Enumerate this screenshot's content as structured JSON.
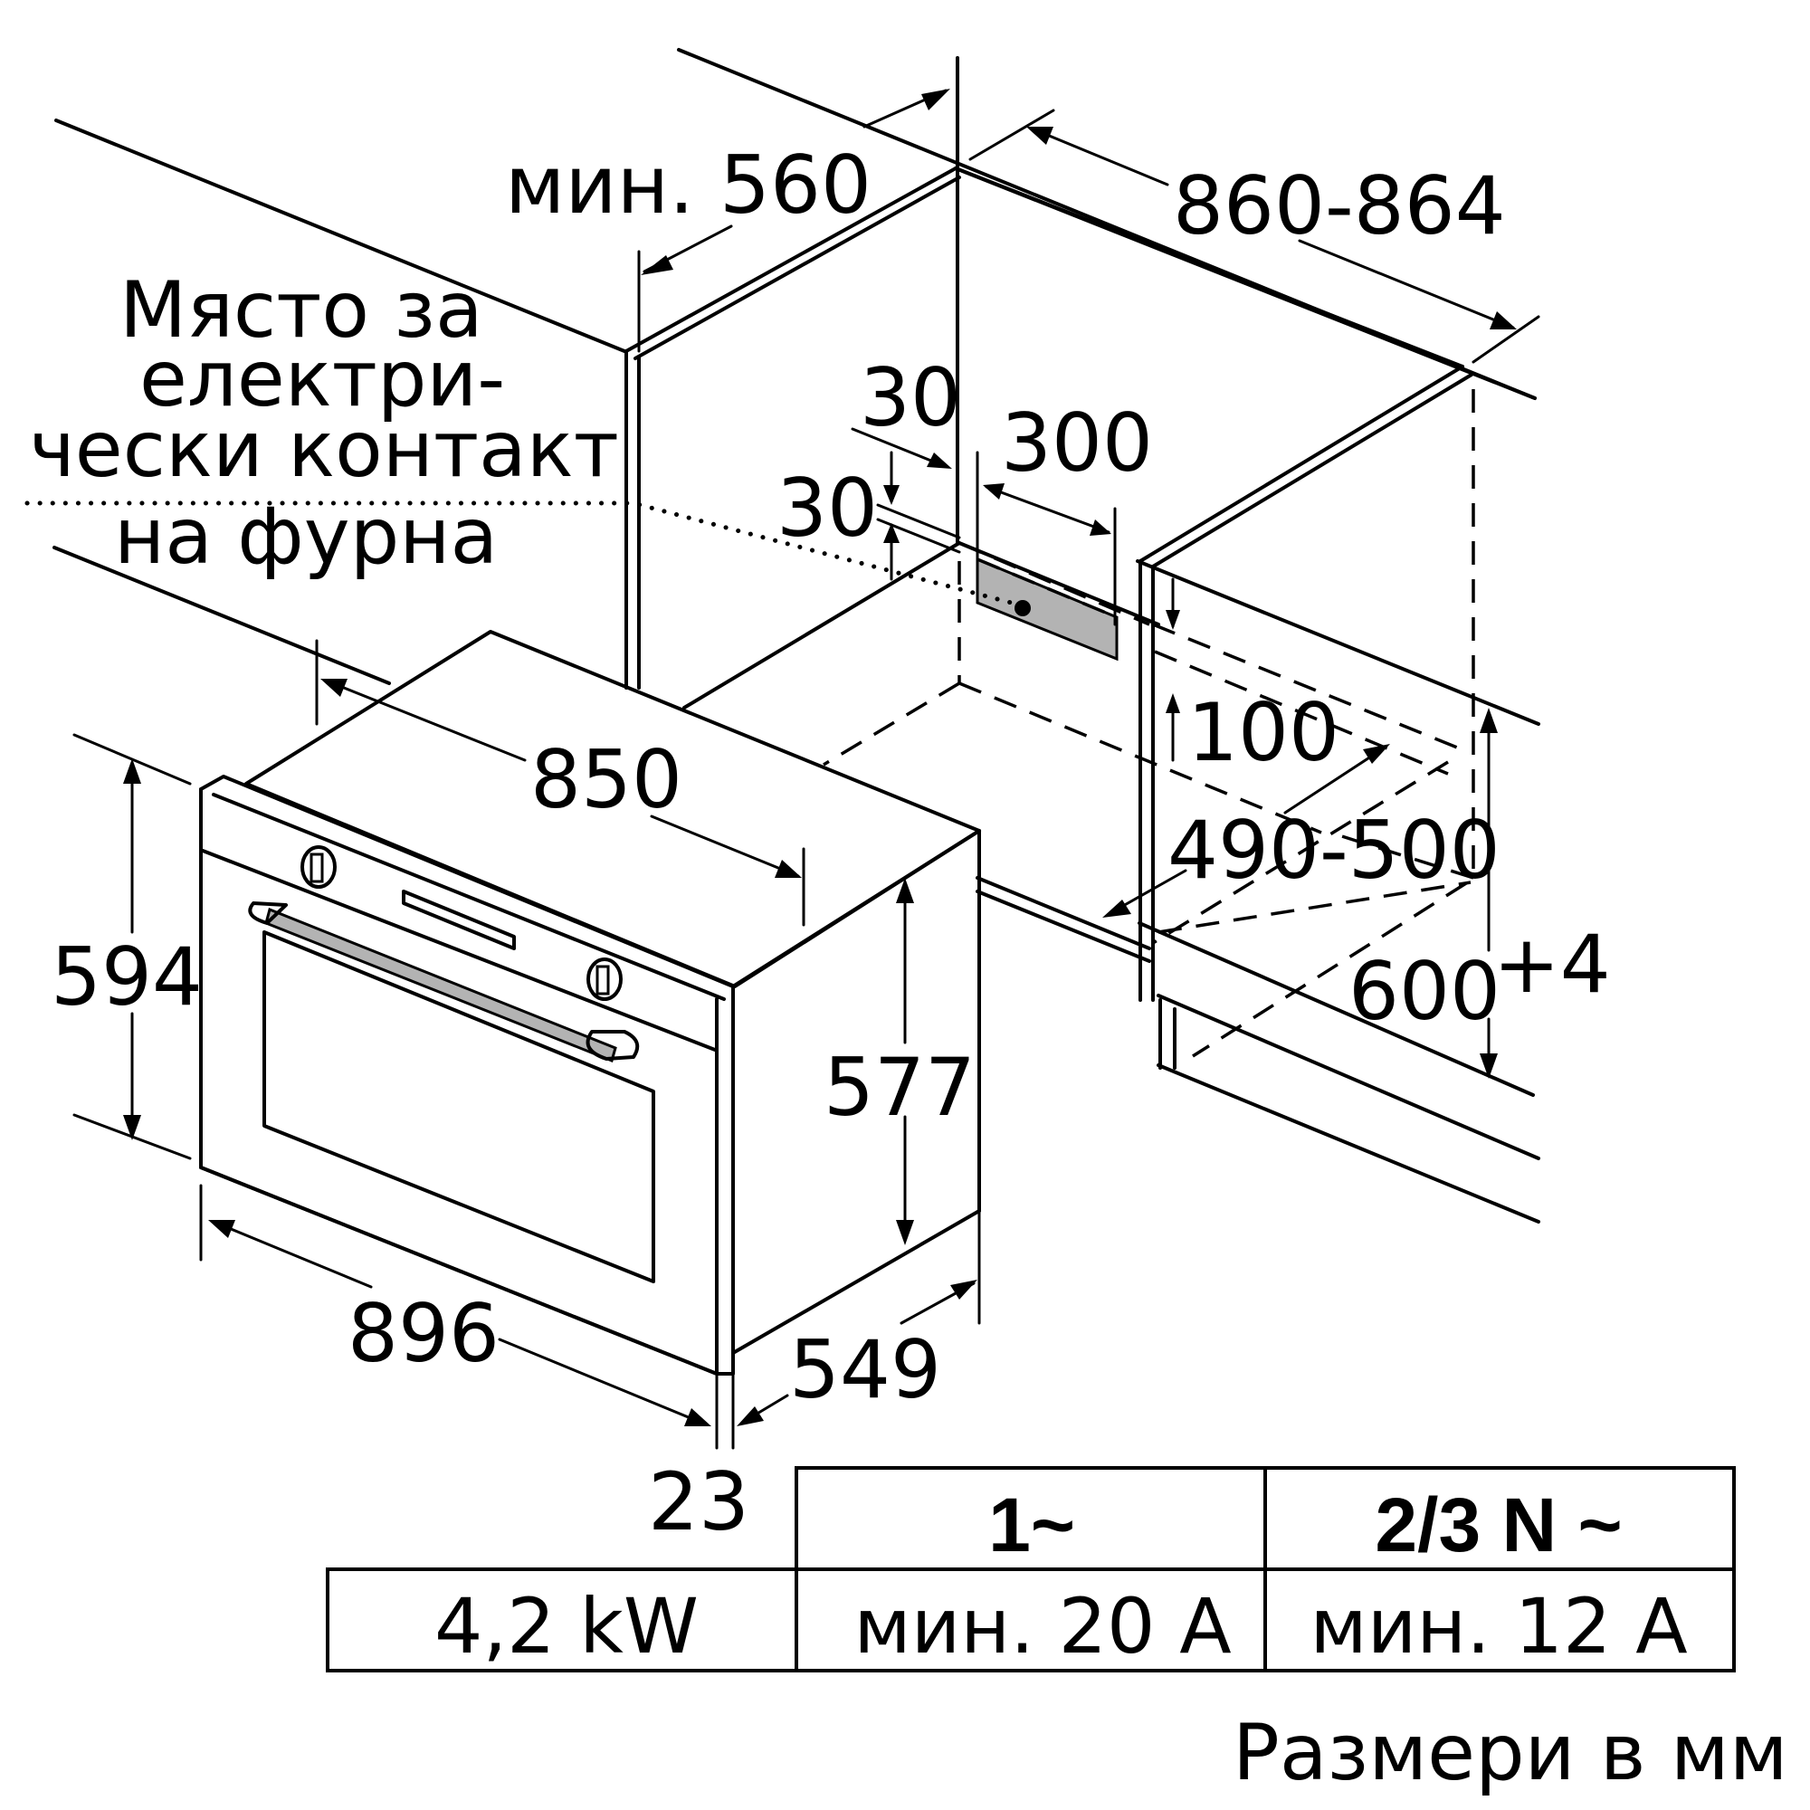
{
  "dimensions": {
    "min_560": "мин. 560",
    "range_860_864": "860-864",
    "d30_top": "30",
    "d300": "300",
    "d30_mid": "30",
    "d100": "100",
    "d850": "850",
    "range_490_500": "490-500",
    "d594": "594",
    "d577": "577",
    "d600": "600",
    "d600_tolerance": "+4",
    "d896": "896",
    "d549": "549",
    "d23": "23"
  },
  "socket_note": {
    "line1": "Място за",
    "line2": "електри-",
    "line3": "чески контакт",
    "line4": "на фурна"
  },
  "power_table": {
    "header_single_phase": "1~",
    "header_multi_phase": "2/3 N ~",
    "power": "4,2 kW",
    "single_phase_fuse": "мин. 20 A",
    "multi_phase_fuse": "мин. 12 A"
  },
  "units_caption": "Размери в мм"
}
